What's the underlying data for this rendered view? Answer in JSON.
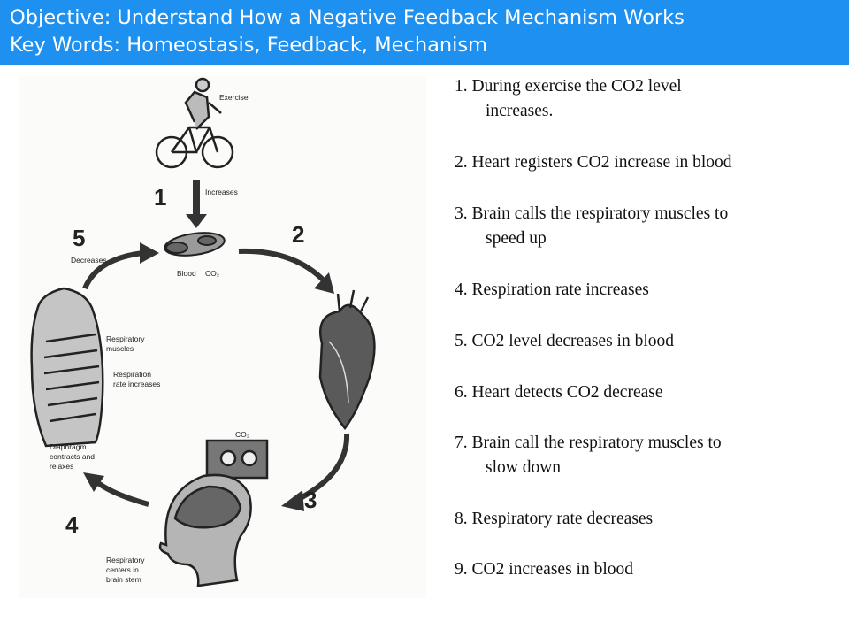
{
  "header": {
    "objective": "Objective: Understand How a Negative Feedback Mechanism Works",
    "keywords": "Key Words: Homeostasis, Feedback, Mechanism"
  },
  "diagram": {
    "labels": {
      "exercise": "Exercise",
      "increases": "Increases",
      "blood": "Blood",
      "co2_blood": "CO₂",
      "decreases": "Decreases",
      "resp_muscles_1": "Respiratory",
      "resp_muscles_2": "muscles",
      "resp_rate_1": "Respiration",
      "resp_rate_2": "rate increases",
      "diaphragm_1": "Diaphragm",
      "diaphragm_2": "contracts and",
      "diaphragm_3": "relaxes",
      "co2_box": "CO₂",
      "centers_1": "Respiratory",
      "centers_2": "centers in",
      "centers_3": "brain stem"
    },
    "step_numbers": [
      "1",
      "2",
      "3",
      "4",
      "5"
    ]
  },
  "steps": [
    {
      "first": "1.   During exercise the CO2 level",
      "cont": "increases."
    },
    {
      "first": "2. Heart registers CO2 increase in blood"
    },
    {
      "first": "3. Brain calls the respiratory muscles to",
      "cont": "speed up"
    },
    {
      "first": "4. Respiration rate increases"
    },
    {
      "first": "5. CO2 level decreases in blood"
    },
    {
      "first": "6. Heart detects CO2 decrease"
    },
    {
      "first": "7. Brain call the respiratory muscles to",
      "cont": "slow down"
    },
    {
      "first": "8. Respiratory rate decreases"
    },
    {
      "first": "9. CO2 increases in blood"
    }
  ]
}
